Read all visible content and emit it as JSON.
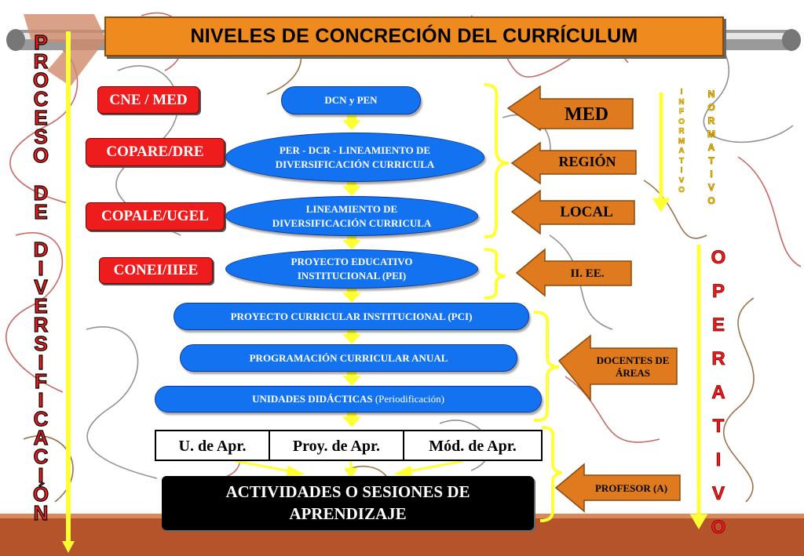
{
  "title": "NIVELES DE CONCRECIÓN DEL CURRÍCULUM",
  "left_vertical": "PROCESO DE DIVERSIFICACIÓN",
  "normativo": "NORMATIVO",
  "informativo": "INFORMATIVO",
  "operativo": "OPERATIVO",
  "left_labels": [
    "CNE / MED",
    "COPARE/DRE",
    "COPALE/UGEL",
    "CONEI/IIEE"
  ],
  "levels": [
    {
      "line1": "DCN y PEN",
      "line2": ""
    },
    {
      "line1": "PER - DCR - LINEAMIENTO DE",
      "line2": "DIVERSIFICACIÓN CURRICULA"
    },
    {
      "line1": "LINEAMIENTO DE",
      "line2": "DIVERSIFICACIÓN CURRICULA"
    },
    {
      "line1": "PROYECTO EDUCATIVO",
      "line2": "INSTITUCIONAL (PEI)"
    },
    {
      "line1": "PROYECTO CURRICULAR INSTITUCIONAL (PCI)",
      "line2": ""
    },
    {
      "line1": "PROGRAMACIÓN CURRICULAR ANUAL",
      "line2": ""
    },
    {
      "line1": "UNIDADES DIDÁCTICAS",
      "line2": "(Periodificación)"
    }
  ],
  "table_cells": [
    "U. de Apr.",
    "Proy. de Apr.",
    "Mód. de Apr."
  ],
  "final_box": {
    "line1": "ACTIVIDADES O SESIONES DE",
    "line2": "APRENDIZAJE"
  },
  "right_arrows": [
    "MED",
    "REGIÓN",
    "LOCAL",
    "II. EE.",
    "DOCENTES DE ÁREAS",
    "PROFESOR (A)"
  ],
  "colors": {
    "red": "#ee1c1c",
    "blue": "#1372f0",
    "orange": "#e07a1f",
    "yellow": "#ffff00",
    "floor": "#b5532a"
  }
}
